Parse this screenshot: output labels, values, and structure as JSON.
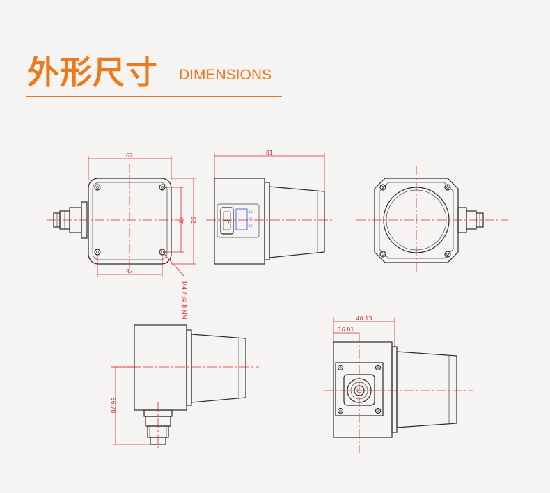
{
  "header": {
    "title_cn": "外形尺寸",
    "title_en": "DIMENSIONS"
  },
  "colors": {
    "accent": "#ec7a1c",
    "dimension_line": "#e0282a",
    "outline": "#2b2b2b",
    "usb_panel": "#2a4fd0",
    "background": "#f6f3f3"
  },
  "dimensions": {
    "front_width": "62",
    "front_height": "62",
    "front_hole_spacing_h": "47",
    "front_hole_spacing_v": "47",
    "side_length": "81",
    "mount_note": "M4 孔深 8 MM",
    "bottom_height": "56.78",
    "connector_outer": "40.13",
    "connector_inner": "16.01"
  },
  "usb_panel_labels": [
    "1G",
    "2G",
    "3G"
  ]
}
